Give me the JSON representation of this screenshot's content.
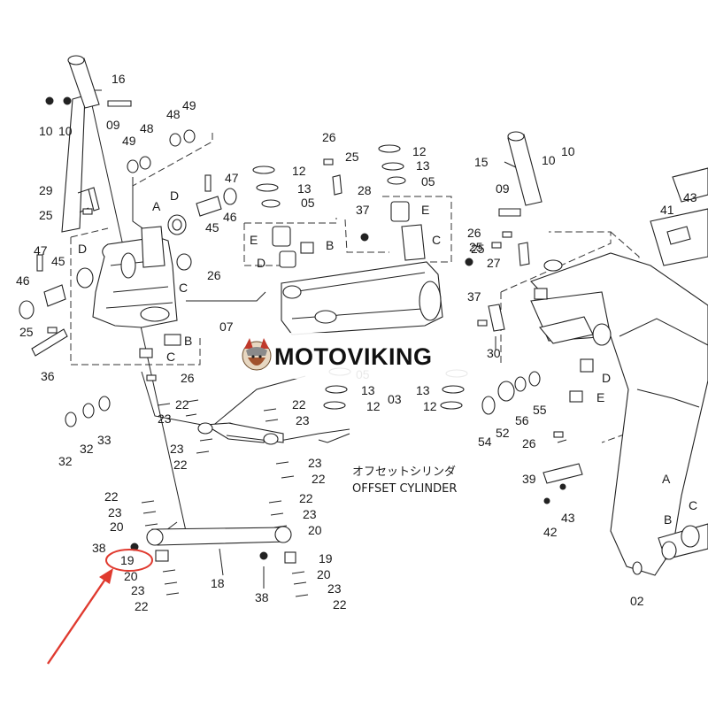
{
  "watermark": {
    "brand": "MOTOVIKING"
  },
  "caption": {
    "jp": "オフセットシリンダ",
    "en": "OFFSET CYLINDER"
  },
  "colors": {
    "highlight": "#e03a2f",
    "line": "#222222"
  },
  "callouts": [
    {
      "id": "c1",
      "text": "16"
    },
    {
      "id": "c2",
      "text": "10"
    },
    {
      "id": "c3",
      "text": "10"
    },
    {
      "id": "c4",
      "text": "09"
    },
    {
      "id": "c5",
      "text": "48"
    },
    {
      "id": "c6",
      "text": "49"
    },
    {
      "id": "c7",
      "text": "49"
    },
    {
      "id": "c8",
      "text": "48"
    },
    {
      "id": "c9",
      "text": "26"
    },
    {
      "id": "c10",
      "text": "12"
    },
    {
      "id": "c11",
      "text": "25"
    },
    {
      "id": "c12",
      "text": "13"
    },
    {
      "id": "c13",
      "text": "05"
    },
    {
      "id": "c14",
      "text": "12"
    },
    {
      "id": "c15",
      "text": "13"
    },
    {
      "id": "c16",
      "text": "28"
    },
    {
      "id": "c17",
      "text": "05"
    },
    {
      "id": "c18",
      "text": "15"
    },
    {
      "id": "c19",
      "text": "10"
    },
    {
      "id": "c20",
      "text": "10"
    },
    {
      "id": "c21",
      "text": "09"
    },
    {
      "id": "c22",
      "text": "43"
    },
    {
      "id": "c23",
      "text": "29"
    },
    {
      "id": "c24",
      "text": "47"
    },
    {
      "id": "c25",
      "text": "A"
    },
    {
      "id": "c26",
      "text": "D"
    },
    {
      "id": "c27",
      "text": "46"
    },
    {
      "id": "c28",
      "text": "45"
    },
    {
      "id": "c29",
      "text": "25"
    },
    {
      "id": "c30",
      "text": "37"
    },
    {
      "id": "c31",
      "text": "E"
    },
    {
      "id": "c32",
      "text": "E"
    },
    {
      "id": "c33",
      "text": "B"
    },
    {
      "id": "c34",
      "text": "C"
    },
    {
      "id": "c35",
      "text": "26"
    },
    {
      "id": "c36",
      "text": "25"
    },
    {
      "id": "c37",
      "text": "41"
    },
    {
      "id": "c38",
      "text": "47"
    },
    {
      "id": "c39",
      "text": "D"
    },
    {
      "id": "c40",
      "text": "45"
    },
    {
      "id": "c41",
      "text": "46"
    },
    {
      "id": "c42",
      "text": "C"
    },
    {
      "id": "c43",
      "text": "26"
    },
    {
      "id": "c44",
      "text": "D"
    },
    {
      "id": "c45",
      "text": "37"
    },
    {
      "id": "c46",
      "text": "27"
    },
    {
      "id": "c47",
      "text": "25"
    },
    {
      "id": "c48",
      "text": "07"
    },
    {
      "id": "c49",
      "text": "B"
    },
    {
      "id": "c50",
      "text": "C"
    },
    {
      "id": "c51",
      "text": "36"
    },
    {
      "id": "c52",
      "text": "26"
    },
    {
      "id": "c53",
      "text": "25"
    },
    {
      "id": "c54",
      "text": "30"
    },
    {
      "id": "c55",
      "text": "05"
    },
    {
      "id": "c56",
      "text": "13"
    },
    {
      "id": "c57",
      "text": "12"
    },
    {
      "id": "c58",
      "text": "03"
    },
    {
      "id": "c59",
      "text": "13"
    },
    {
      "id": "c60",
      "text": "12"
    },
    {
      "id": "c61",
      "text": "D"
    },
    {
      "id": "c62",
      "text": "E"
    },
    {
      "id": "c63",
      "text": "32"
    },
    {
      "id": "c64",
      "text": "32"
    },
    {
      "id": "c65",
      "text": "33"
    },
    {
      "id": "c66",
      "text": "22"
    },
    {
      "id": "c67",
      "text": "23"
    },
    {
      "id": "c68",
      "text": "23"
    },
    {
      "id": "c69",
      "text": "22"
    },
    {
      "id": "c70",
      "text": "22"
    },
    {
      "id": "c71",
      "text": "23"
    },
    {
      "id": "c72",
      "text": "23"
    },
    {
      "id": "c73",
      "text": "22"
    },
    {
      "id": "c74",
      "text": "54"
    },
    {
      "id": "c75",
      "text": "52"
    },
    {
      "id": "c76",
      "text": "56"
    },
    {
      "id": "c77",
      "text": "55"
    },
    {
      "id": "c78",
      "text": "26"
    },
    {
      "id": "c79",
      "text": "39"
    },
    {
      "id": "c80",
      "text": "A"
    },
    {
      "id": "c81",
      "text": "43"
    },
    {
      "id": "c82",
      "text": "42"
    },
    {
      "id": "c83",
      "text": "B"
    },
    {
      "id": "c84",
      "text": "C"
    },
    {
      "id": "c85",
      "text": "02"
    },
    {
      "id": "c86",
      "text": "22"
    },
    {
      "id": "c87",
      "text": "23"
    },
    {
      "id": "c88",
      "text": "20"
    },
    {
      "id": "c89",
      "text": "22"
    },
    {
      "id": "c90",
      "text": "23"
    },
    {
      "id": "c91",
      "text": "20"
    },
    {
      "id": "c92",
      "text": "38"
    },
    {
      "id": "c93",
      "text": "19"
    },
    {
      "id": "c94",
      "text": "20"
    },
    {
      "id": "c95",
      "text": "23"
    },
    {
      "id": "c96",
      "text": "22"
    },
    {
      "id": "c97",
      "text": "18"
    },
    {
      "id": "c98",
      "text": "38"
    },
    {
      "id": "c99",
      "text": "19"
    },
    {
      "id": "c100",
      "text": "20"
    },
    {
      "id": "c101",
      "text": "23"
    },
    {
      "id": "c102",
      "text": "22"
    }
  ]
}
